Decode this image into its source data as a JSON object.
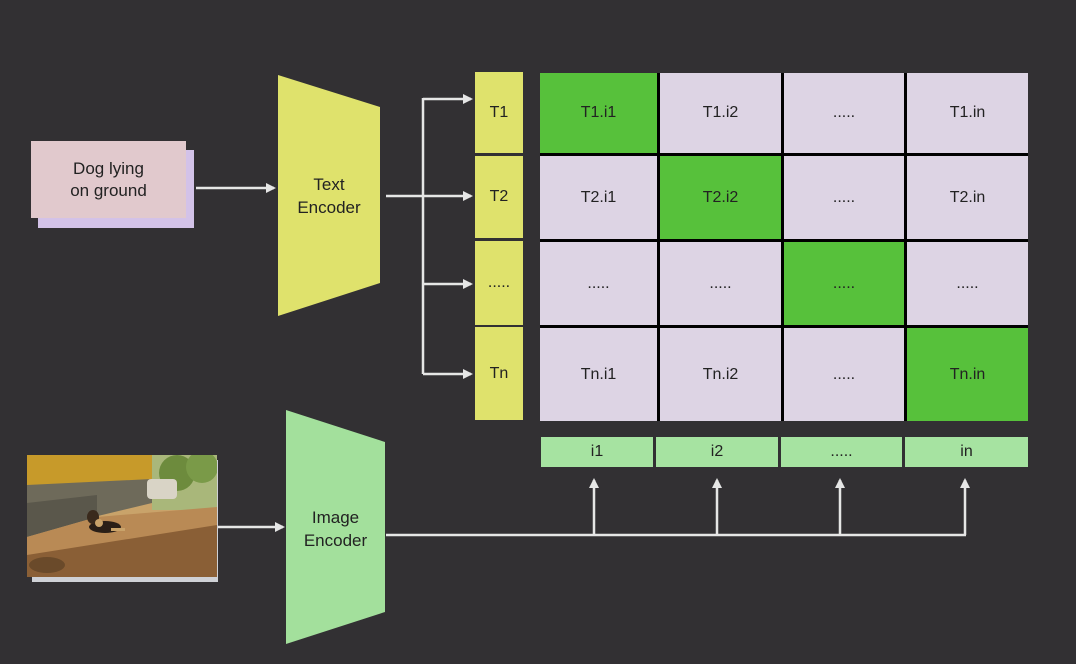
{
  "input_text": {
    "line1": "Dog lying",
    "line2": "on ground"
  },
  "text_encoder": {
    "line1": "Text",
    "line2": "Encoder"
  },
  "image_encoder": {
    "line1": "Image",
    "line2": "Encoder"
  },
  "text_vectors": [
    "T1",
    "T2",
    ".....",
    "Tn"
  ],
  "image_vectors": [
    "i1",
    "i2",
    ".....",
    "in"
  ],
  "matrix": [
    [
      "T1.i1",
      "T1.i2",
      ".....",
      "T1.in"
    ],
    [
      "T2.i1",
      "T2.i2",
      ".....",
      "T2.in"
    ],
    [
      ".....",
      ".....",
      ".....",
      "....."
    ],
    [
      "Tn.i1",
      "Tn.i2",
      ".....",
      "Tn.in"
    ]
  ],
  "colors": {
    "background": "#323033",
    "text_encoder": "#dfe26c",
    "image_encoder": "#a3e09c",
    "diagonal": "#57c13b",
    "off_diagonal": "#ddd4e4",
    "arrow": "#e6e6e6"
  }
}
